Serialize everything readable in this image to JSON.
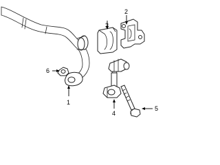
{
  "callouts": {
    "part_1": "1",
    "part_2": "2",
    "part_3": "3",
    "part_4": "4",
    "part_5": "5",
    "part_6": "6"
  },
  "line_color": "#222222",
  "background_color": "#ffffff",
  "parts": [
    {
      "callout": "1",
      "icon": "stabilizer-bar-icon"
    },
    {
      "callout": "2",
      "icon": "bushing-bracket-icon"
    },
    {
      "callout": "3",
      "icon": "bushing-icon"
    },
    {
      "callout": "4",
      "icon": "stabilizer-link-icon"
    },
    {
      "callout": "5",
      "icon": "bolt-icon"
    },
    {
      "callout": "6",
      "icon": "nut-icon"
    }
  ]
}
